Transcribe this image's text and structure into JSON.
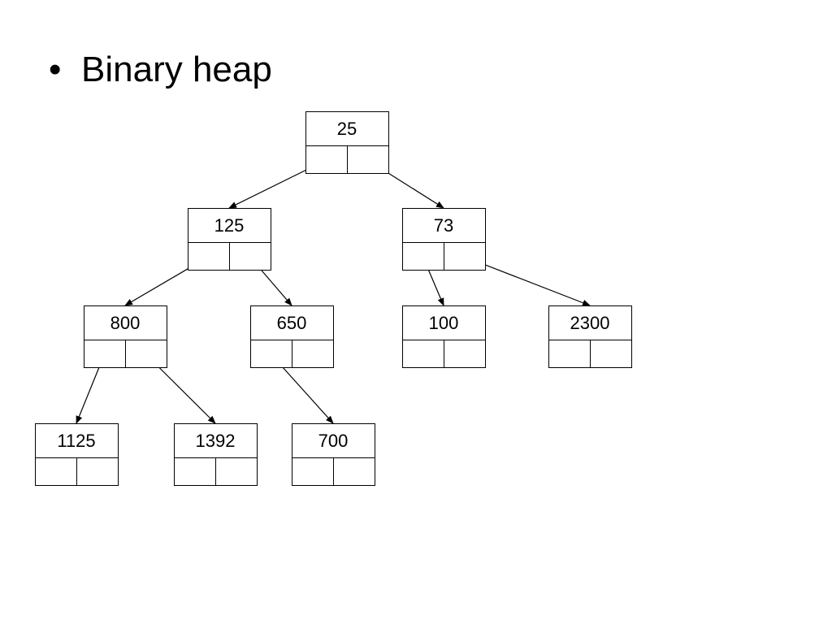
{
  "slide": {
    "bullet": "•",
    "title": "Binary heap"
  },
  "heap": {
    "nodes": [
      {
        "id": "n25",
        "value": "25"
      },
      {
        "id": "n125",
        "value": "125"
      },
      {
        "id": "n73",
        "value": "73"
      },
      {
        "id": "n800",
        "value": "800"
      },
      {
        "id": "n650",
        "value": "650"
      },
      {
        "id": "n100",
        "value": "100"
      },
      {
        "id": "n2300",
        "value": "2300"
      },
      {
        "id": "n1125",
        "value": "1125"
      },
      {
        "id": "n1392",
        "value": "1392"
      },
      {
        "id": "n700",
        "value": "700"
      }
    ],
    "edges": [
      {
        "from": "n25",
        "to": "n125",
        "side": "left"
      },
      {
        "from": "n25",
        "to": "n73",
        "side": "right"
      },
      {
        "from": "n125",
        "to": "n800",
        "side": "left"
      },
      {
        "from": "n125",
        "to": "n650",
        "side": "right"
      },
      {
        "from": "n73",
        "to": "n100",
        "side": "left"
      },
      {
        "from": "n73",
        "to": "n2300",
        "side": "right"
      },
      {
        "from": "n800",
        "to": "n1125",
        "side": "left"
      },
      {
        "from": "n800",
        "to": "n1392",
        "side": "right"
      },
      {
        "from": "n650",
        "to": "n700",
        "side": "left"
      }
    ]
  }
}
